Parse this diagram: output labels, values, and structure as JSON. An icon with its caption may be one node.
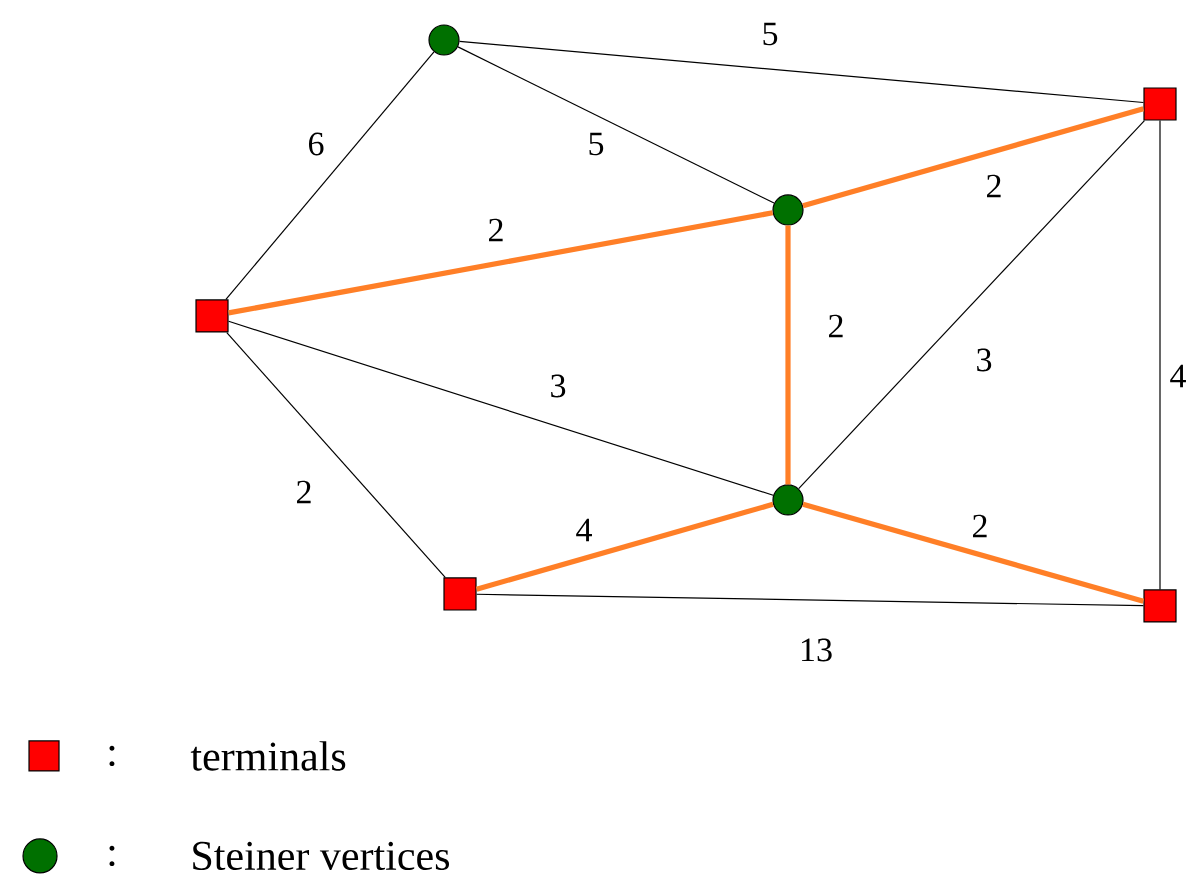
{
  "diagram": {
    "nodes": [
      {
        "text": [],
        "shape": "circle"
      },
      {
        "text": [],
        "shape": "box"
      },
      {
        "text": [],
        "shape": "circle"
      },
      {
        "text": [],
        "shape": "box"
      },
      {
        "text": [],
        "shape": "circle"
      },
      {
        "text": [],
        "shape": "box"
      },
      {
        "text": [],
        "shape": "box"
      }
    ],
    "edges": [
      {
        "from": 0,
        "to": 1,
        "arrow": "none",
        "label": "5"
      },
      {
        "from": 0,
        "to": 2,
        "arrow": "none",
        "label": "5"
      },
      {
        "from": 0,
        "to": 3,
        "arrow": "none",
        "label": "6"
      },
      {
        "from": 3,
        "to": 2,
        "arrow": "none",
        "label": "2",
        "style": "thick",
        "color": "#ff7f27"
      },
      {
        "from": 2,
        "to": 1,
        "arrow": "none",
        "label": "2",
        "style": "thick",
        "color": "#ff7f27"
      },
      {
        "from": 2,
        "to": 4,
        "arrow": "none",
        "label": "2",
        "style": "thick",
        "color": "#ff7f27"
      },
      {
        "from": 3,
        "to": 4,
        "arrow": "none",
        "label": "3"
      },
      {
        "from": 4,
        "to": 1,
        "arrow": "none",
        "label": "3"
      },
      {
        "from": 3,
        "to": 5,
        "arrow": "none",
        "label": "2"
      },
      {
        "from": 5,
        "to": 4,
        "arrow": "none",
        "label": "4",
        "style": "thick",
        "color": "#ff7f27"
      },
      {
        "from": 4,
        "to": 6,
        "arrow": "none",
        "label": "2",
        "style": "thick",
        "color": "#ff7f27"
      },
      {
        "from": 5,
        "to": 6,
        "arrow": "none",
        "label": "13"
      },
      {
        "from": 1,
        "to": 6,
        "arrow": "none",
        "label": "4"
      }
    ],
    "labels": [
      ":",
      ":"
    ],
    "legend": [
      {
        "text": "terminals",
        "color": "#ff0000"
      },
      {
        "text": "Steiner vertices",
        "color": "#007000"
      }
    ]
  }
}
